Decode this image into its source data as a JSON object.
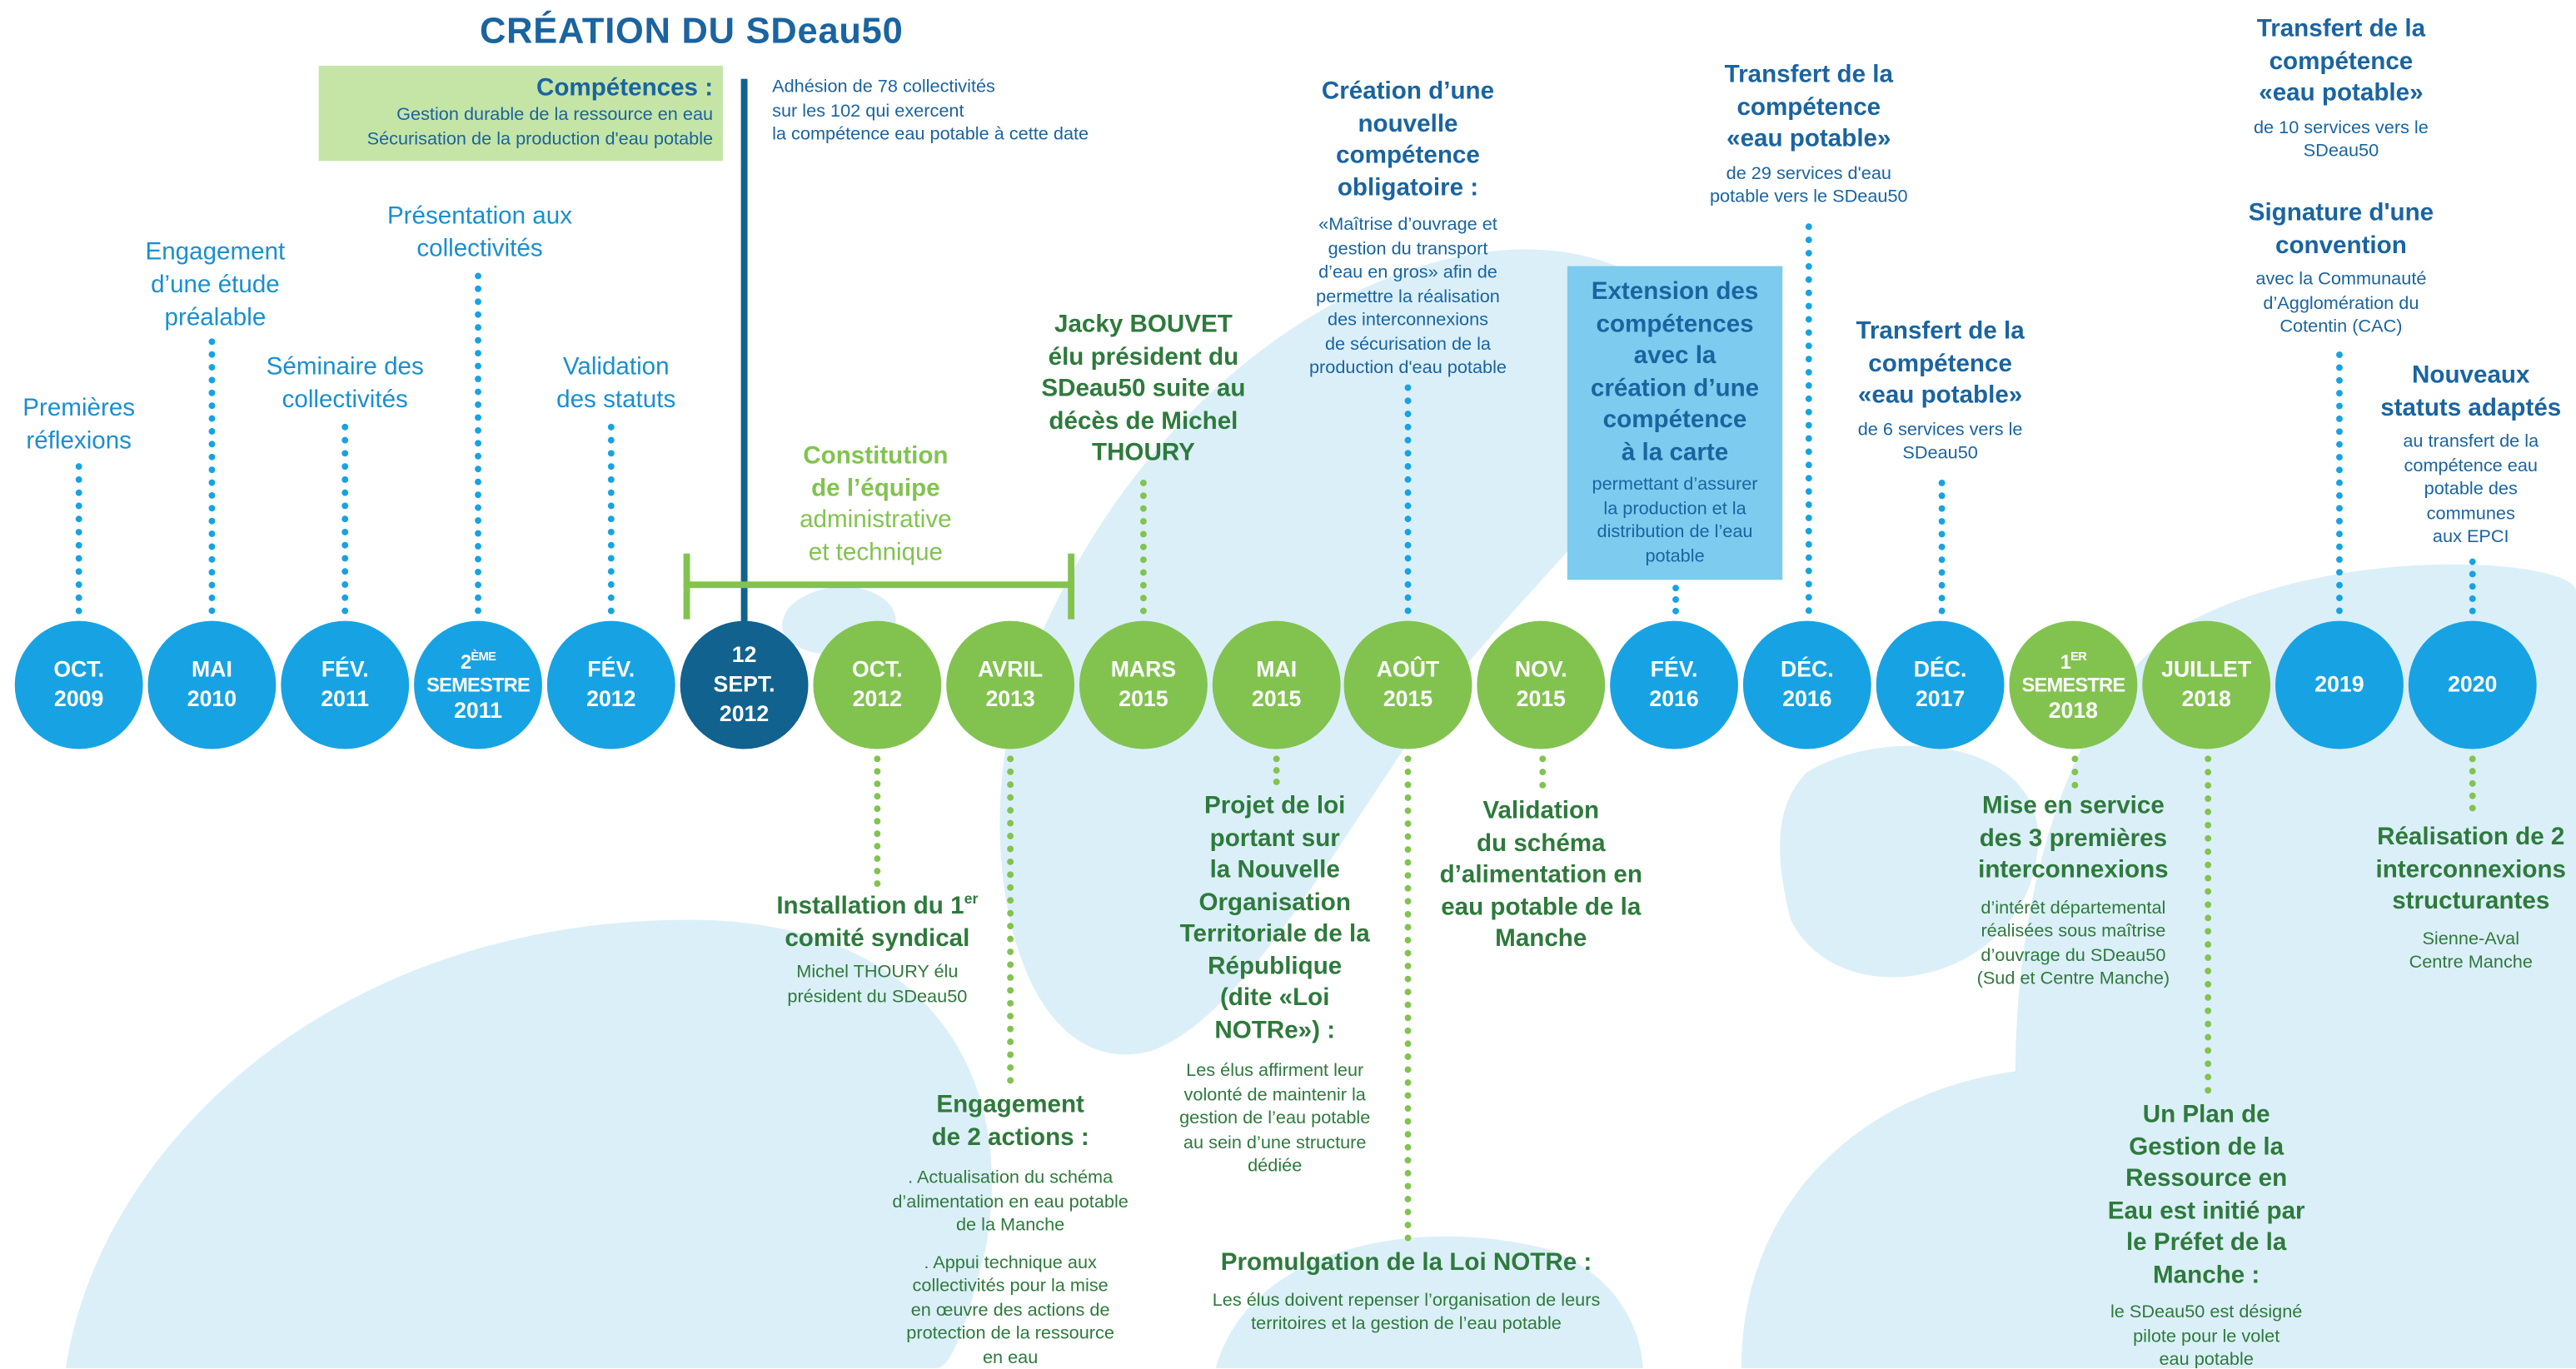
{
  "title": "CRÉATION DU SDeau50",
  "colors": {
    "blue": "#17a3e3",
    "dark_blue": "#11628e",
    "green": "#82c350",
    "text_blue": "#1a64a0",
    "text_green": "#2e7a3c"
  },
  "circles": [
    {
      "l1": "OCT.",
      "l2": "2009"
    },
    {
      "l1": "MAI",
      "l2": "2010"
    },
    {
      "l1": "FÉV.",
      "l2": "2011"
    },
    {
      "l1": "2",
      "sup": "ÈME",
      "l2": "SEMESTRE",
      "l3": "2011"
    },
    {
      "l1": "FÉV.",
      "l2": "2012"
    },
    {
      "l1": "12",
      "l2": "SEPT.",
      "l3": "2012"
    },
    {
      "l1": "OCT.",
      "l2": "2012"
    },
    {
      "l1": "AVRIL",
      "l2": "2013"
    },
    {
      "l1": "MARS",
      "l2": "2015"
    },
    {
      "l1": "MAI",
      "l2": "2015"
    },
    {
      "l1": "AOÛT",
      "l2": "2015"
    },
    {
      "l1": "NOV.",
      "l2": "2015"
    },
    {
      "l1": "FÉV.",
      "l2": "2016"
    },
    {
      "l1": "DÉC.",
      "l2": "2016"
    },
    {
      "l1": "DÉC.",
      "l2": "2017"
    },
    {
      "l1": "1",
      "sup": "ER",
      "l2": "SEMESTRE",
      "l3": "2018"
    },
    {
      "l1": "JUILLET",
      "l2": "2018"
    },
    {
      "l1": "2019"
    },
    {
      "l1": "2020"
    }
  ],
  "competences_box": {
    "title": "Compétences :",
    "line1": "Gestion durable de la ressource en eau",
    "line2": "Sécurisation de la production d'eau potable"
  },
  "adhesion": {
    "line1": "Adhésion de 78 collectivités",
    "line2": "sur les 102 qui exercent",
    "line3": "la compétence eau potable à cette date"
  },
  "above": {
    "oct2009": [
      "Premières",
      "réflexions"
    ],
    "mai2010": [
      "Engagement",
      "d’une étude",
      "préalable"
    ],
    "fev2011": [
      "Séminaire des",
      "collectivités"
    ],
    "sem2011": [
      "Présentation aux",
      "collectivités"
    ],
    "fev2012": [
      "Validation",
      "des statuts"
    ],
    "constitution": {
      "l1": "Constitution",
      "l2": "de l’équipe",
      "l3": "administrative",
      "l4": "et technique"
    },
    "mars2015": [
      "Jacky BOUVET",
      "élu président du",
      "SDeau50 suite au",
      "décès de Michel",
      "THOURY"
    ],
    "aout2015": {
      "head": [
        "Création d’une",
        "nouvelle",
        "compétence",
        "obligatoire :"
      ],
      "body": [
        "«Maîtrise d’ouvrage et",
        "gestion du transport",
        "d’eau en gros» afin de",
        "permettre la réalisation",
        "des interconnexions",
        "de sécurisation de la",
        "production d'eau potable"
      ]
    },
    "fev2016": {
      "head": [
        "Extension des",
        "compétences",
        "avec la",
        "création d’une",
        "compétence",
        "à la carte"
      ],
      "body": [
        "permettant d’assurer",
        "la production et la",
        "distribution de l’eau",
        "potable"
      ]
    },
    "dec2016": {
      "head": [
        "Transfert de la",
        "compétence",
        "«eau potable»"
      ],
      "body": [
        "de 29 services d'eau",
        "potable vers le SDeau50"
      ]
    },
    "dec2017": {
      "head": [
        "Transfert de la",
        "compétence",
        "«eau potable»"
      ],
      "body": [
        "de 6 services vers le",
        "SDeau50"
      ]
    },
    "y2019a": {
      "head": [
        "Transfert de la",
        "compétence",
        "«eau potable»"
      ],
      "body": [
        "de 10 services vers le",
        "SDeau50"
      ]
    },
    "y2019b": {
      "head": [
        "Signature d'une",
        "convention"
      ],
      "body": [
        "avec la Communauté",
        "d’Agglomération du",
        "Cotentin (CAC)"
      ]
    },
    "y2020": {
      "head": [
        "Nouveaux",
        "statuts adaptés"
      ],
      "body": [
        "au transfert de la",
        "compétence eau",
        "potable des",
        "communes",
        "aux EPCI"
      ]
    }
  },
  "below": {
    "oct2012": {
      "head1": "Installation du 1",
      "sup": "er",
      "head2": "comité syndical",
      "body": [
        "Michel THOURY élu",
        "président du SDeau50"
      ]
    },
    "avril2013": {
      "head": [
        "Engagement",
        "de 2 actions :"
      ],
      "body1": [
        ". Actualisation du schéma",
        "d’alimentation en eau potable",
        "de la Manche"
      ],
      "body2": [
        ". Appui technique aux",
        "collectivités pour la mise",
        "en œuvre des actions de",
        "protection de  la ressource",
        "en eau"
      ]
    },
    "mai2015": {
      "head": [
        "Projet de loi",
        "portant sur",
        "la Nouvelle",
        "Organisation",
        "Territoriale de la",
        "République",
        "(dite «Loi",
        "NOTRe») :"
      ],
      "body": [
        "Les élus affirment leur",
        "volonté de maintenir la",
        "gestion de l’eau potable",
        "au sein d’une structure",
        "dédiée"
      ]
    },
    "aout2015": {
      "head": "Promulgation de la Loi NOTRe :",
      "body": [
        "Les élus doivent repenser l’organisation de leurs",
        "territoires et la gestion de l’eau potable"
      ]
    },
    "nov2015": [
      "Validation",
      "du schéma",
      "d’alimentation en",
      "eau potable de la",
      "Manche"
    ],
    "sem2018": {
      "head": [
        "Mise en service",
        "des 3 premières",
        "interconnexions"
      ],
      "body": [
        "d’intérêt départemental",
        "réalisées sous maîtrise",
        "d’ouvrage du SDeau50",
        "(Sud et Centre Manche)"
      ]
    },
    "juil2018": {
      "head": [
        "Un Plan de",
        "Gestion de la",
        "Ressource en",
        "Eau est initié par",
        "le Préfet de la",
        "Manche :"
      ],
      "body": [
        "le SDeau50 est désigné",
        "pilote pour le volet",
        "eau potable"
      ]
    },
    "y2020": {
      "head": [
        "Réalisation de 2",
        "interconnexions",
        "structurantes"
      ],
      "body": [
        "Sienne-Aval",
        "Centre Manche"
      ]
    }
  }
}
